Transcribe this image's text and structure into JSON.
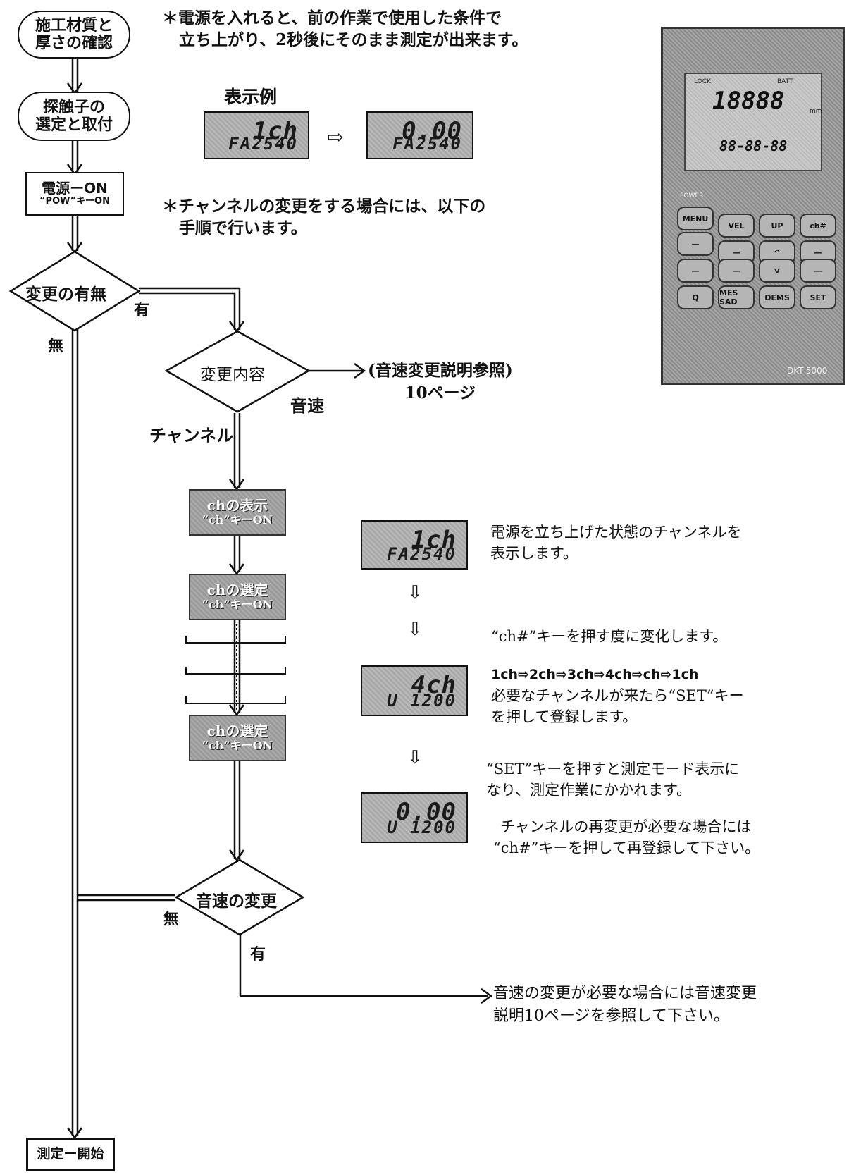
{
  "flow": {
    "step1": [
      "施工材質と",
      "厚さの確認"
    ],
    "step2": [
      "探触子の",
      "選定と取付"
    ],
    "power": {
      "title": "電源ーON",
      "sub": "“POW”キーON"
    },
    "decision_change": "変更の有無",
    "yes": "有",
    "no": "無",
    "decision_content": "変更内容",
    "branch_sound": "音速",
    "branch_channel": "チャンネル",
    "sound_ref": [
      "(音速変更説明参照)",
      "10ページ"
    ],
    "ch_display": {
      "title": "chの表示",
      "sub": "“ch”キーON"
    },
    "ch_select1": {
      "title": "chの選定",
      "sub": "“ch”キーON"
    },
    "ch_select2": {
      "title": "chの選定",
      "sub": "“ch”キーON"
    },
    "decision_sound": "音速の変更",
    "sound_change_note": [
      "音速の変更が必要な場合には音速変更",
      "説明10ページを参照して下さい。"
    ],
    "end": "測定ー開始"
  },
  "notes": {
    "power_note": [
      "＊電源を入れると、前の作業で使用した条件で",
      "立ち上がり、2秒後にそのまま測定が出来ます。"
    ],
    "channel_note": [
      "＊チャンネルの変更をする場合には、以下の",
      "手順で行います。"
    ],
    "example_label": "表示例"
  },
  "lcds": {
    "ex1": {
      "l1": "1ch",
      "l2": "FA2540"
    },
    "ex2": {
      "l1": "0.00",
      "l2": "FA2540"
    },
    "s1": {
      "l1": "1ch",
      "l2": "FA2540"
    },
    "s2": {
      "l1": "4ch",
      "l2": "U 1200"
    },
    "s3": {
      "l1": "0.00",
      "l2": "U 1200"
    }
  },
  "steps": {
    "s1": [
      "電源を立ち上げた状態のチャンネルを",
      "表示します。"
    ],
    "s2": "“ch#”キーを押す度に変化します。",
    "s3": [
      "1ch⇨2ch⇨3ch⇨4ch⇨ch⇨1ch",
      "必要なチャンネルが来たら“SET”キー",
      "を押して登録します。"
    ],
    "s4": [
      "“SET”キーを押すと測定モード表示に",
      "なり、測定作業にかかれます。"
    ],
    "s5": [
      "チャンネルの再変更が必要な場合には",
      "“ch#”キーを押して再登録して下さい。"
    ]
  },
  "device": {
    "lock": "LOCK",
    "batt": "BATT",
    "reading": "18888",
    "sub_reading": "88-88-88",
    "unit": "mm",
    "power": "POWER",
    "keys": [
      "MENU",
      "VEL",
      "UP",
      "ch#",
      "—",
      "—",
      "^",
      "—",
      "—",
      "—",
      "v",
      "—",
      "Q",
      "MES SAD",
      "DEMS",
      "SET"
    ],
    "model": "DKT-5000"
  }
}
